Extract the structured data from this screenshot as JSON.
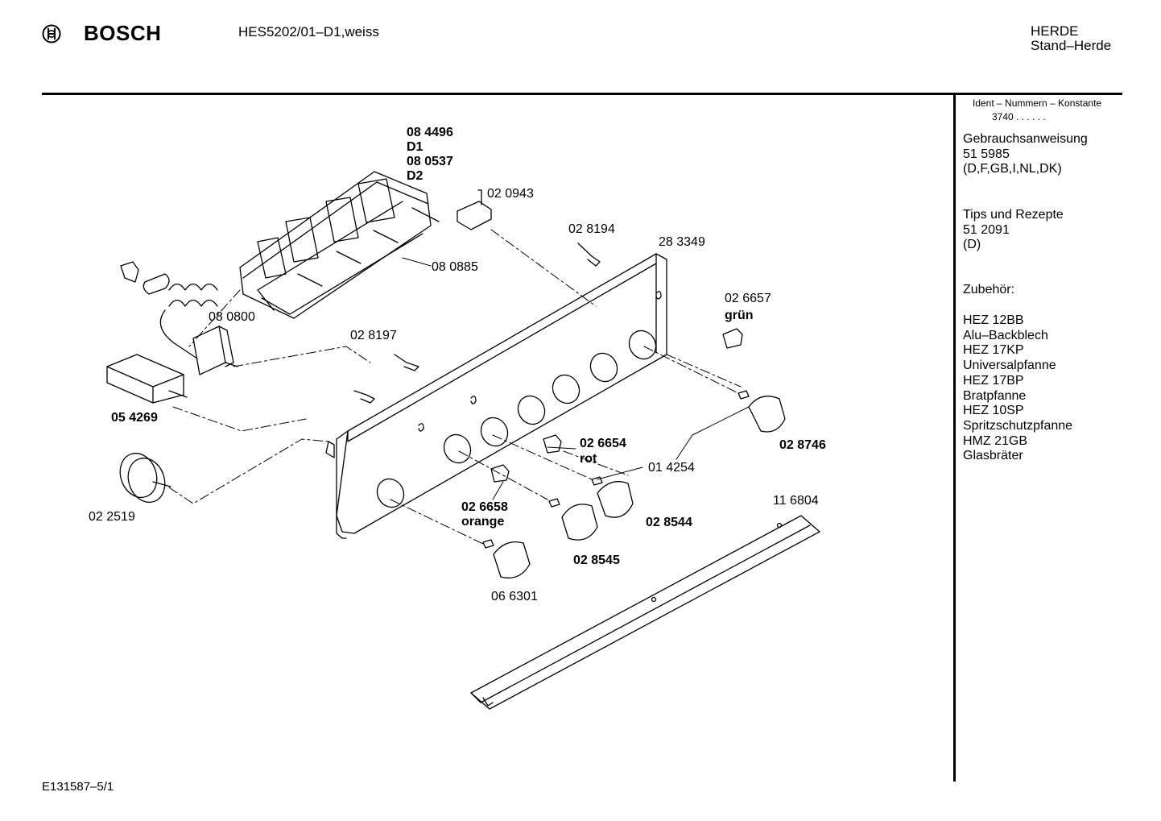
{
  "header": {
    "brand": "BOSCH",
    "model": "HES5202/01–D1,weiss",
    "category": "HERDE",
    "subcategory": "Stand–Herde"
  },
  "sidebar": {
    "ident_title": "Ident – Nummern – Konstante",
    "ident_value": "3740 . .  . . . .",
    "items": [
      {
        "title": "Gebrauchsanweisung",
        "number": "51 5985",
        "note": "(D,F,GB,I,NL,DK)"
      },
      {
        "title": "Tips und Rezepte",
        "number": "51 2091",
        "note": "(D)"
      }
    ],
    "accessories_title": "Zubehör:",
    "accessories": [
      "HEZ 12BB",
      "Alu–Backblech",
      "HEZ 17KP",
      "Universalpfanne",
      "HEZ 17BP",
      "Bratpfanne",
      "HEZ 10SP",
      "Spritzschutzpfanne",
      "HMZ 21GB",
      "Glasbräter"
    ]
  },
  "parts": {
    "switch_block_a": "08 4496",
    "variant_d1": "D1",
    "switch_block_b": "08 0537",
    "variant_d2": "D2",
    "small_switch": "02 0943",
    "bracket": "08 0885",
    "pin_top": "02 8194",
    "panel": "28 3349",
    "lamp_green": "02 6657",
    "lamp_green_color": "grün",
    "thermostat": "08 0800",
    "pin_mid": "02 8197",
    "terminal_block": "05 4269",
    "knob_right": "02 8746",
    "lamp_red": "02 6654",
    "lamp_red_color": "rot",
    "spring": "01 4254",
    "timer": "02 2519",
    "lamp_orange": "02 6658",
    "lamp_orange_color": "orange",
    "knob_mid_right": "02 8544",
    "knob_mid": "02 8545",
    "knob_left": "06 6301",
    "trim_strip": "11 6804"
  },
  "footer": {
    "doc_code": "E131587–5/1"
  }
}
